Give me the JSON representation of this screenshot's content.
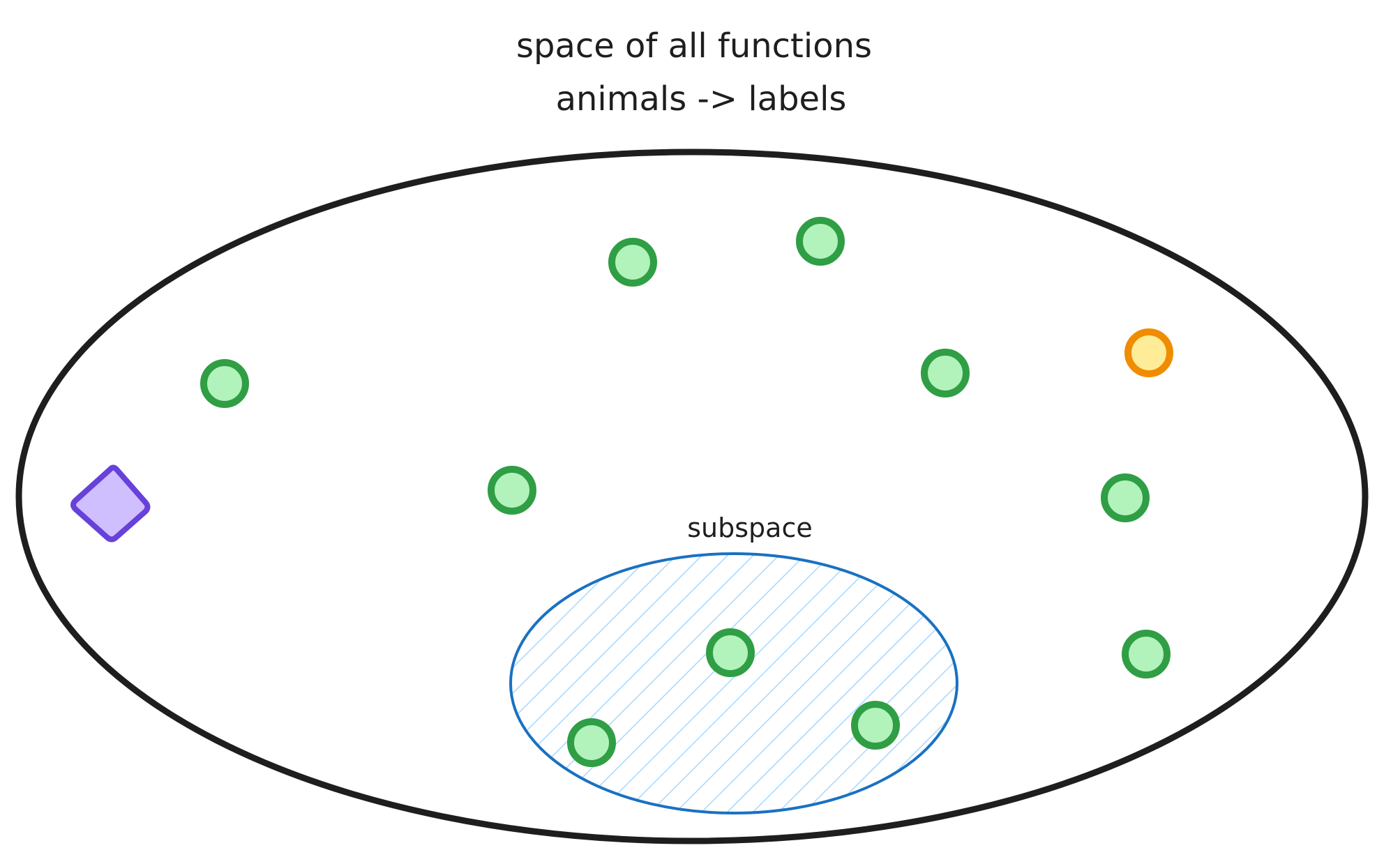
{
  "title": {
    "line1": "space of all functions",
    "line2": "animals -> labels"
  },
  "subspace": {
    "label": "subspace"
  },
  "colors": {
    "outline": "#1e1e1e",
    "green_stroke": "#2f9e44",
    "green_fill": "#b2f2bb",
    "orange_stroke": "#f08c00",
    "orange_fill": "#ffec99",
    "purple_stroke": "#6741d9",
    "purple_fill": "#d0bfff",
    "blue_stroke": "#1971c2",
    "blue_hatch": "#a5d8ff"
  },
  "markers": {
    "outside_subspace_green": 7,
    "inside_subspace_green": 3,
    "orange": 1,
    "purple_diamond": 1
  }
}
